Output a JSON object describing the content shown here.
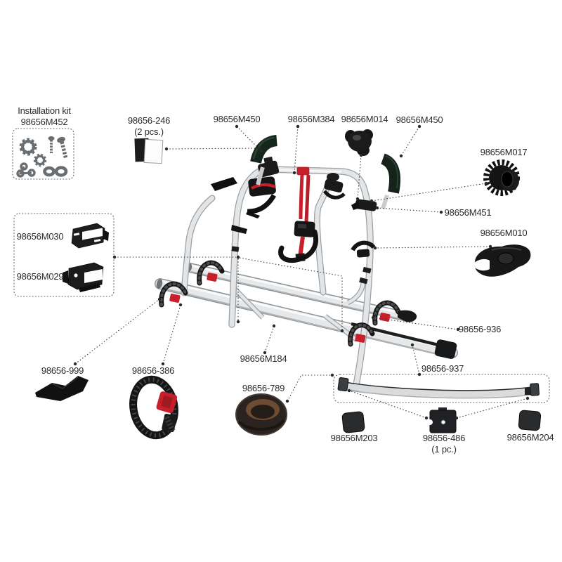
{
  "diagram_title": "Bike carrier exploded parts diagram",
  "colors": {
    "accent_red": "#c8202a",
    "part_black": "#1a1a1a",
    "tube_silver": "#e3e5e6",
    "support_green": "#17261d",
    "label_text": "#2b2b2b",
    "kit_icon_gray": "#6b6e71"
  },
  "labels": {
    "installation_kit_line1": "Installation kit",
    "installation_kit_line2": "98656M452",
    "pads": "98656-246",
    "pads_qty": "(2 pcs.)",
    "rail_support_left": "98656M450",
    "tension_strap": "98656M384",
    "knob": "98656M014",
    "rail_support_right": "98656M450",
    "toothed_washer": "98656M017",
    "frame_clamp": "98656M451",
    "tube_bracket": "98656M010",
    "bracket_upper": "98656M030",
    "bracket_lower": "98656M029",
    "corner_guard": "98656-999",
    "wheel_strap": "98656-386",
    "rail_bar": "98656M184",
    "spacer_ring": "98656-789",
    "rail_holder": "98656-936",
    "bumper_rail": "98656-937",
    "end_cap_left": "98656M203",
    "fixing_plate": "98656-486",
    "fixing_plate_qty": "(1 pc.)",
    "end_cap_right": "98656M204"
  },
  "icons": [
    "gear-icon",
    "screw-icon",
    "chain-link-icon",
    "nut-icon"
  ]
}
